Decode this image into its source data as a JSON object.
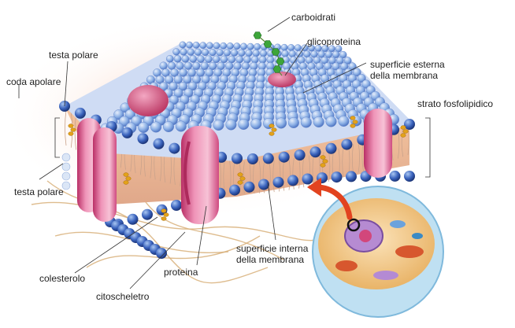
{
  "labels": {
    "carboidrati": "carboidrati",
    "glicoproteina": "glicoproteina",
    "testa_polare_top": "testa polare",
    "coda_apolare": "coda apolare",
    "superficie_esterna_1": "superficie esterna",
    "superficie_esterna_2": "della membrana",
    "strato_fosfolipidico": "strato fosfolipidico",
    "testa_polare_bottom": "testa polare",
    "superficie_interna_1": "superficie interna",
    "superficie_interna_2": "della membrana",
    "colesterolo": "colesterolo",
    "proteina": "proteina",
    "citoscheletro": "citoscheletro"
  },
  "colors": {
    "head": "#2f57b0",
    "head_light": "#9fc2ef",
    "protein": "#e77aa6",
    "protein_dark": "#c23a70",
    "cholesterol": "#e3a21a",
    "sugar": "#3da53a",
    "glow": "#f7c9ae",
    "arrow": "#e2431f",
    "cell": "#cfe7f5"
  }
}
